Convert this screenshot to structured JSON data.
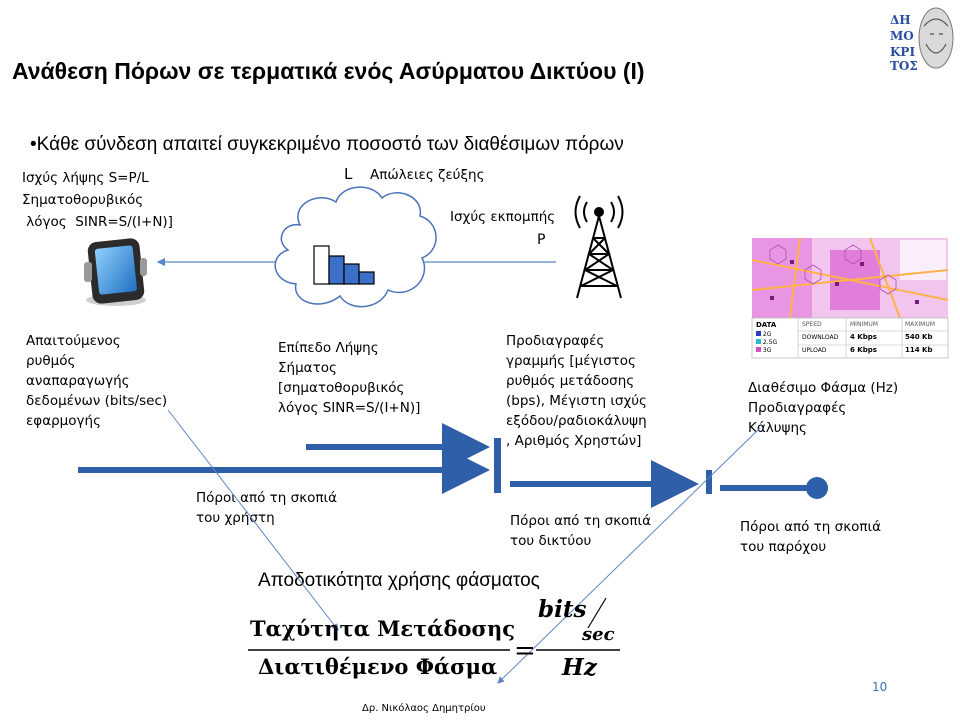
{
  "slide": {
    "title": "Ανάθεση Πόρων σε τερματικά ενός  Ασύρματου Δικτύου (Ι)",
    "bullet": "Κάθε σύνδεση απαιτεί συγκεκριμένο ποσοστό των διαθέσιμων πόρων",
    "page_number": "10",
    "author": "Δρ. Νικόλαος Δημητρίου"
  },
  "diagram": {
    "rx_power": "Ισχύς λήψης   S=P/L",
    "sinr_line1": "Σηματοθορυβικός",
    "sinr_line2": " λόγος  SINR=S/(I+N)]",
    "path_loss_symbol": "L",
    "path_loss": "Απώλειες ζεύξης",
    "tx_power": "Ισχύς εκπομπής",
    "tx_power_symbol": "P",
    "user_req": "Απαιτούμενος\nρυθμός\nαναπαραγωγής\nδεδομένων (bits/sec)\nεφαρμογής",
    "signal_level": "Επίπεδο Λήψης\nΣήματος\n[σηματοθορυβικός\nλόγος SINR=S/(I+N)]",
    "link_specs": "Προδιαγραφές\nγραμμής [μέγιστος\nρυθμός μετάδοσης\n(bps), Μέγιστη ισχύς\nεξόδου/ραδιοκάλυψη\n, Αριθμός Χρηστών]",
    "spectrum": "Διαθέσιμο Φάσμα (Hz)\nΠροδιαγραφές\nΚάλυψης",
    "user_view": "Πόροι από τη σκοπιά\nτου χρήστη",
    "network_view": "Πόροι από τη σκοπιά\nτου δικτύου",
    "provider_view": "Πόροι από τη σκοπιά\nτου παρόχου",
    "efficiency_title": "Αποδοτικότητα χρήσης φάσματος",
    "formula_num": "Ταχύτητα Μετάδοσης",
    "formula_den": "Διατιθέμενο Φάσμα",
    "bits": "bits",
    "sec": "sec",
    "hz": "Hz"
  },
  "coverage_map": {
    "headers": [
      "DATA",
      "SPEED",
      "MINIMUM",
      "MAXIMUM"
    ],
    "legend": [
      "2G",
      "2.5G",
      "3G"
    ],
    "rows": [
      {
        "label": "DOWNLOAD",
        "min": "4 Kbps",
        "max": "540 Kb"
      },
      {
        "label": "UPLOAD",
        "min": "6 Kbps",
        "max": "114 Kb"
      }
    ],
    "colors": {
      "2G": "#2a3fbf",
      "2.5G": "#2fb8d6",
      "3G": "#d050c8"
    }
  },
  "colors": {
    "arrow": "#2f5fa8",
    "connector": "#5b86c5",
    "accent": "#3a72b8"
  }
}
